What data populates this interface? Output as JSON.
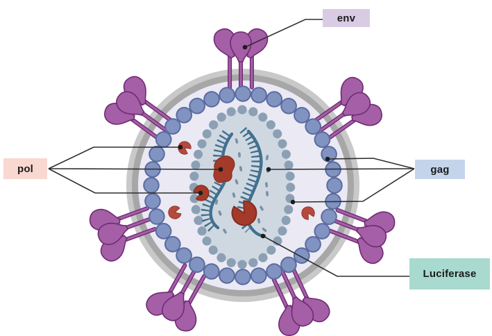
{
  "figure": {
    "kind": "virus-structure-diagram",
    "background": "#ffffff"
  },
  "labels": {
    "env": "env",
    "pol": "pol",
    "gag": "gag",
    "luciferase": "Luciferase"
  },
  "label_colors": {
    "env": "#d9cbe4",
    "pol": "#f9d8d1",
    "gag": "#c4d5eb",
    "luciferase": "#a8dacf"
  },
  "diagram_colors": {
    "membrane_outer": "#c9c9c9",
    "membrane_inner": "#a7a7a8",
    "interior": "#eae9f4",
    "matrix_dot_fill": "#8093c1",
    "matrix_dot_border": "#5b6b9f",
    "capsid_fill": "#cfd8e1",
    "capsid_dot": "#8ba0b4",
    "rna_strand": "#42708f",
    "rna_fragment": "#7a90a6",
    "enzyme_red": "#a43a2a",
    "spike_fill": "#a45fa7",
    "spike_border": "#6f2a72",
    "leader_line": "#2e2e2e"
  },
  "parts": {
    "env_spike_icon": "envelope-glycoprotein-trimer",
    "gag_outer_ring_icon": "matrix-protein-dot-ring",
    "gag_capsid_icon": "capsid-dot-shell",
    "pol_icon": "polymerase-enzyme-blobs",
    "rna_icon": "rna-genome-strands",
    "luciferase_icon": "reporter-rna-site"
  }
}
